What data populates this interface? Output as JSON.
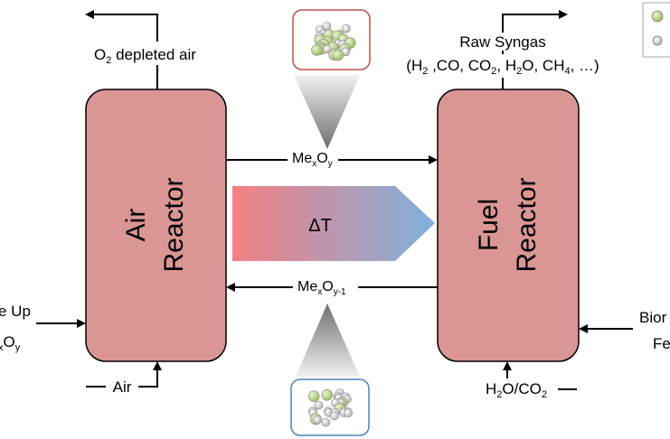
{
  "air_reactor": {
    "line1": "Air",
    "line2": "Reactor",
    "fill": "#d99694"
  },
  "fuel_reactor": {
    "line1": "Fuel",
    "line2": "Reactor",
    "fill": "#d99694"
  },
  "outlets": {
    "o2_base": "O",
    "o2_sub": "2",
    "o2_rest": " depleted air",
    "raw_syngas": "Raw Syngas",
    "syngas_comp": {
      "open": "(H",
      "h2_sub": "2",
      "co": " ,CO, CO",
      "co2_sub": "2",
      "h2o_a": ", H",
      "h2o_sub": "2",
      "h2o_b": "O, CH",
      "ch4_sub": "4",
      "close": ", …)"
    }
  },
  "flows": {
    "top_me": "Me",
    "top_x": "x",
    "top_o": "O",
    "top_y": "y",
    "bottom_me": "Me",
    "bottom_x": "x",
    "bottom_o": "O",
    "bottom_y": "y-1",
    "delta_t": "ΔT"
  },
  "inputs": {
    "makeup_line1": "e Up",
    "makeup_line2_a": "x",
    "makeup_line2_b": "O",
    "makeup_line2_c": "y",
    "air": "Air",
    "h2o_a": "H",
    "h2o_sub": "2",
    "h2o_b": "O/CO",
    "co2_sub": "2",
    "bio_line1": "Bior",
    "bio_line2": "Fe"
  },
  "colors": {
    "heat_arrow_start": "#f47f82",
    "heat_arrow_end": "#7fb0dd",
    "oxidized_box_border": "#c0504d",
    "reduced_box_border": "#4f81bd",
    "particle_green": "#c3d69b",
    "particle_grey": "#d9d9d9"
  }
}
